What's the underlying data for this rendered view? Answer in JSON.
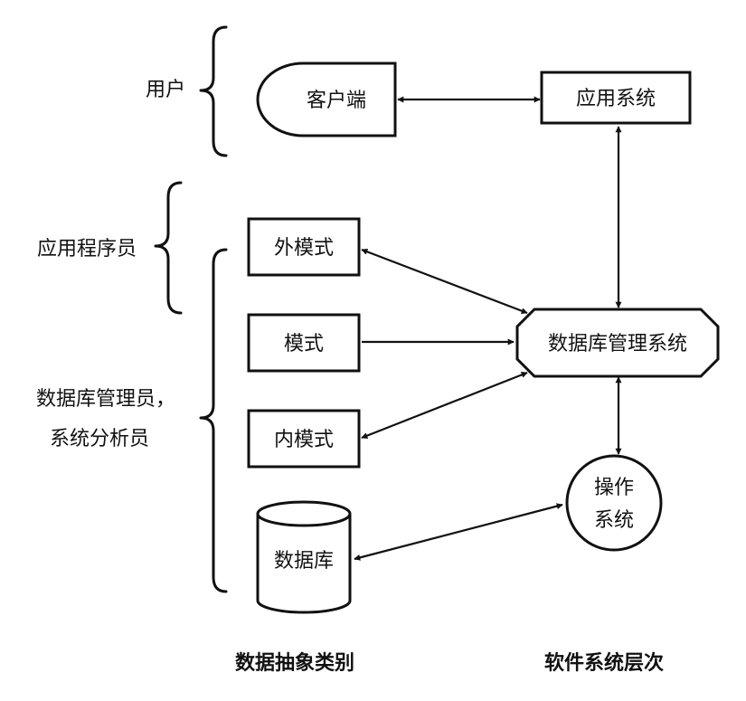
{
  "roles": {
    "user": "用户",
    "app_programmer": "应用程序员",
    "dba_line1": "数据库管理员，",
    "dba_line2": "系统分析员"
  },
  "abstractions": {
    "client": "客户端",
    "external_schema": "外模式",
    "schema": "模式",
    "internal_schema": "内模式",
    "database": "数据库"
  },
  "systems": {
    "application_system": "应用系统",
    "dbms": "数据库管理系统",
    "os_line1": "操作",
    "os_line2": "系统"
  },
  "captions": {
    "data_abstraction": "数据抽象类别",
    "software_levels": "软件系统层次"
  }
}
